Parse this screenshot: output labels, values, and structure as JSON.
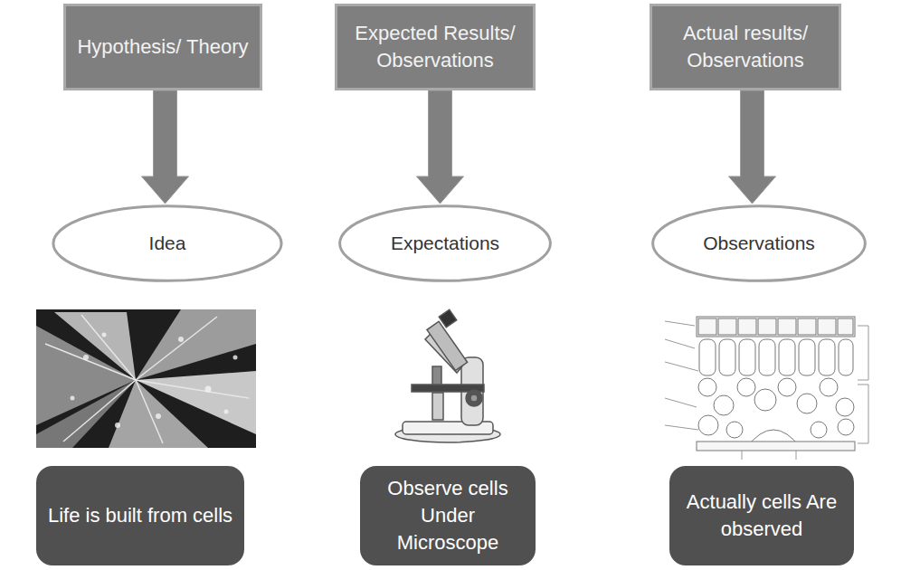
{
  "diagram": {
    "nodes": [
      {
        "text": [
          "Hypothesis/ Theory"
        ]
      },
      {
        "text": [
          "Expected Results/ Observations"
        ]
      },
      {
        "text": [
          "Actual results/ Observations"
        ]
      },
      {
        "text": [
          "Idea"
        ]
      },
      {
        "text": [
          "Expectations"
        ]
      },
      {
        "text": [
          "Observations"
        ]
      },
      {
        "text": [
          "Life is built from cells"
        ]
      },
      {
        "text": [
          "Observe cells Under Microscope"
        ]
      },
      {
        "text": [
          "Actually cells Are observed"
        ]
      }
    ],
    "edges": [
      {
        "from": 0,
        "to": 3,
        "arrow": "to"
      },
      {
        "from": 1,
        "to": 4,
        "arrow": "to"
      },
      {
        "from": 2,
        "to": 5,
        "arrow": "to"
      }
    ]
  }
}
